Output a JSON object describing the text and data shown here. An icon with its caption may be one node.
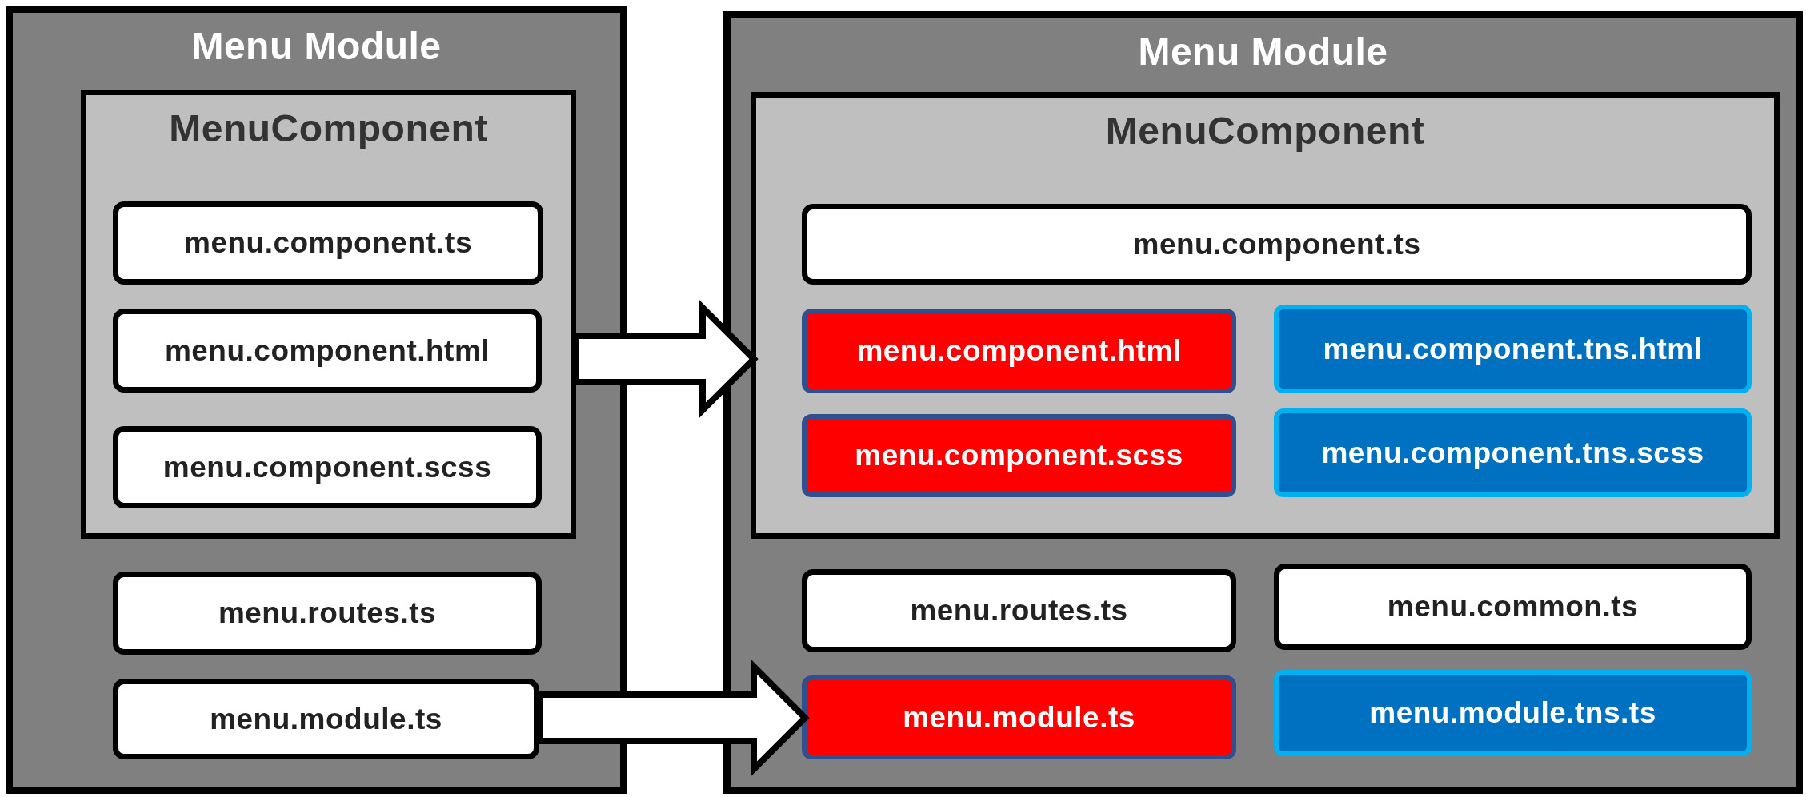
{
  "diagram": {
    "nodes": [
      {
        "text": [
          "Menu Module"
        ]
      },
      {
        "text": [
          "MenuComponent"
        ],
        "in": 0
      },
      {
        "text": [
          "menu.component.ts"
        ],
        "in": 1
      },
      {
        "text": [
          "menu.component.html"
        ],
        "in": 1
      },
      {
        "text": [
          "menu.component.scss"
        ],
        "in": 1
      },
      {
        "text": [
          "menu.routes.ts"
        ],
        "in": 0
      },
      {
        "text": [
          "menu.module.ts"
        ],
        "in": 0
      },
      {
        "text": [
          "Menu Module"
        ]
      },
      {
        "text": [
          "MenuComponent"
        ],
        "in": 7
      },
      {
        "text": [
          "menu.component.ts"
        ],
        "in": 8
      },
      {
        "text": [
          "menu.component.html"
        ],
        "in": 8
      },
      {
        "text": [
          "menu.component.tns.html"
        ],
        "in": 8
      },
      {
        "text": [
          "menu.component.scss"
        ],
        "in": 8
      },
      {
        "text": [
          "menu.component.tns.scss"
        ],
        "in": 8
      },
      {
        "text": [
          "menu.routes.ts"
        ],
        "in": 7
      },
      {
        "text": [
          "menu.common.ts"
        ],
        "in": 7
      },
      {
        "text": [
          "menu.module.ts"
        ],
        "in": 7
      },
      {
        "text": [
          "menu.module.tns.ts"
        ],
        "in": 7
      }
    ],
    "edges": [
      {
        "from": 1,
        "to": 8,
        "arrow": "to"
      },
      {
        "from": 6,
        "to": 16,
        "arrow": "to"
      }
    ]
  }
}
